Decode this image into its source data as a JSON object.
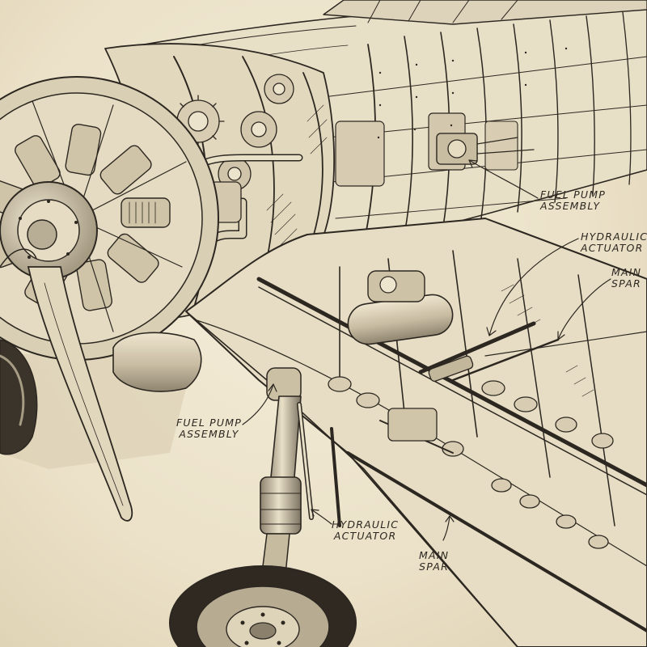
{
  "callouts": [
    {
      "id": "fuel-pump-top",
      "line1": "FUEL PUMP",
      "line2": "ASSEMBLY"
    },
    {
      "id": "hydraulic-top",
      "line1": "HYDRAULIC",
      "line2": "ACTUATOR"
    },
    {
      "id": "main-spar-top",
      "line1": "MAIN",
      "line2": "SPAR"
    },
    {
      "id": "fuel-pump-bottom",
      "line1": "FUEL PUMP",
      "line2": "ASSEMBLY"
    },
    {
      "id": "hydraulic-bottom",
      "line1": "HYDRAULIC",
      "line2": "ACTUATOR"
    },
    {
      "id": "main-spar-bottom",
      "line1": "MAIN",
      "line2": "SPAR"
    }
  ],
  "colors": {
    "paper": "#ece3cd",
    "ink": "#2c2720",
    "shade": "#b9ad93"
  }
}
